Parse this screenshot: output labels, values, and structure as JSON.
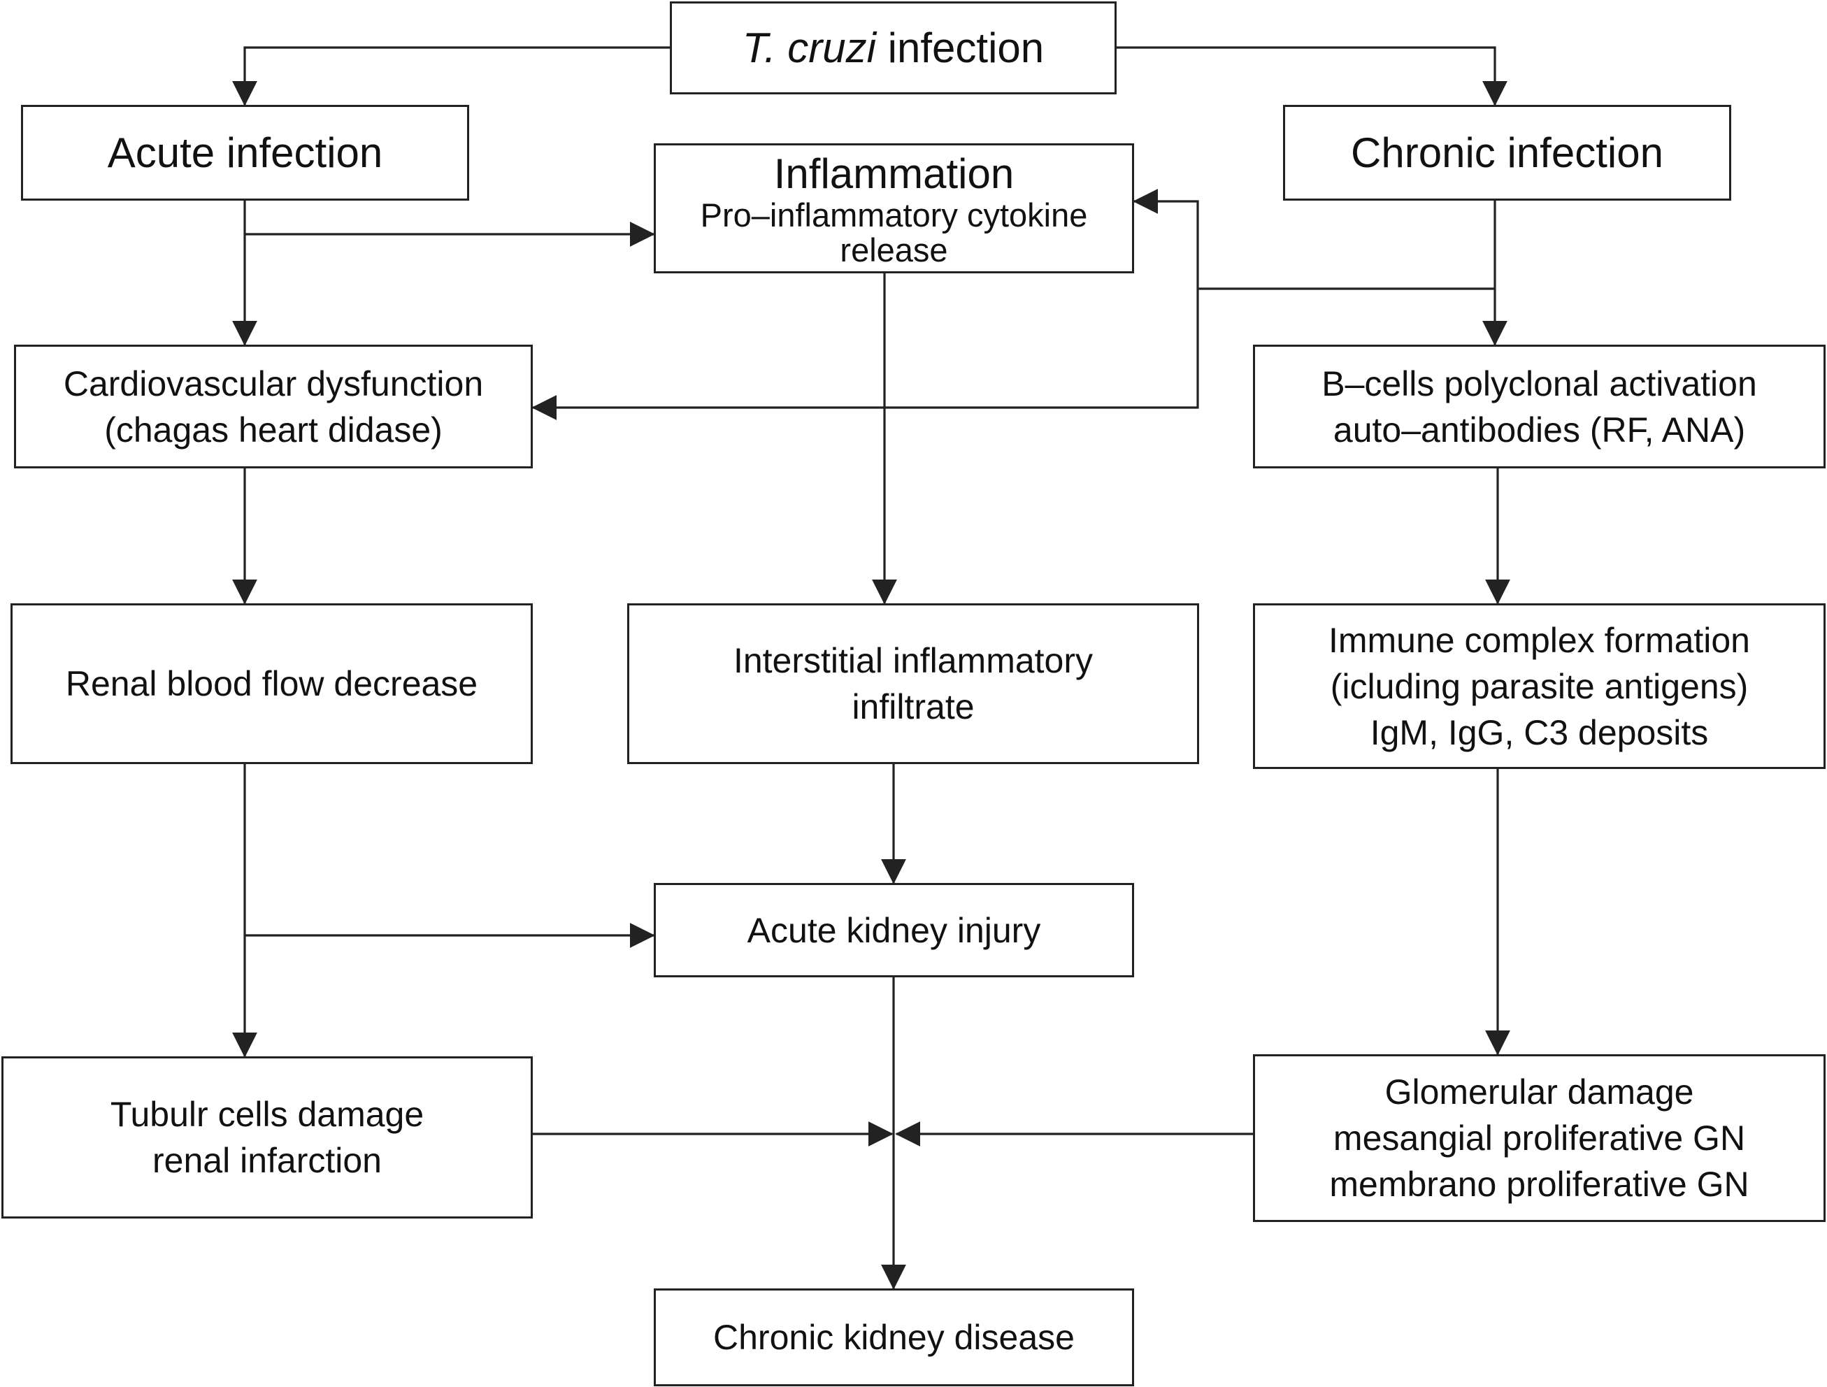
{
  "diagram": {
    "root": {
      "italic_part": "T. cruzi",
      "rest": " infection"
    },
    "acute": "Acute infection",
    "chronic": "Chronic infection",
    "inflammation": {
      "title": "Inflammation",
      "line1": "Pro–inflammatory cytokine",
      "line2": "release"
    },
    "cardio": {
      "line1": "Cardiovascular dysfunction",
      "line2": "(chagas heart didase)"
    },
    "bcells": {
      "line1": "B–cells polyclonal activation",
      "line2": "auto–antibodies (RF, ANA)"
    },
    "renal_blood": "Renal blood flow decrease",
    "interstitial": {
      "line1": "Interstitial inflammatory",
      "line2": "infiltrate"
    },
    "immune": {
      "line1": "Immune complex formation",
      "line2": "(icluding parasite antigens)",
      "line3": "IgM, IgG, C3 deposits"
    },
    "aki": "Acute kidney injury",
    "tubular": {
      "line1": "Tubulr cells damage",
      "line2": "renal infarction"
    },
    "glomerular": {
      "line1": "Glomerular damage",
      "line2": "mesangial proliferative GN",
      "line3": "membrano proliferative GN"
    },
    "ckd": "Chronic kidney disease"
  },
  "colors": {
    "line": "#222222",
    "background": "#ffffff"
  }
}
